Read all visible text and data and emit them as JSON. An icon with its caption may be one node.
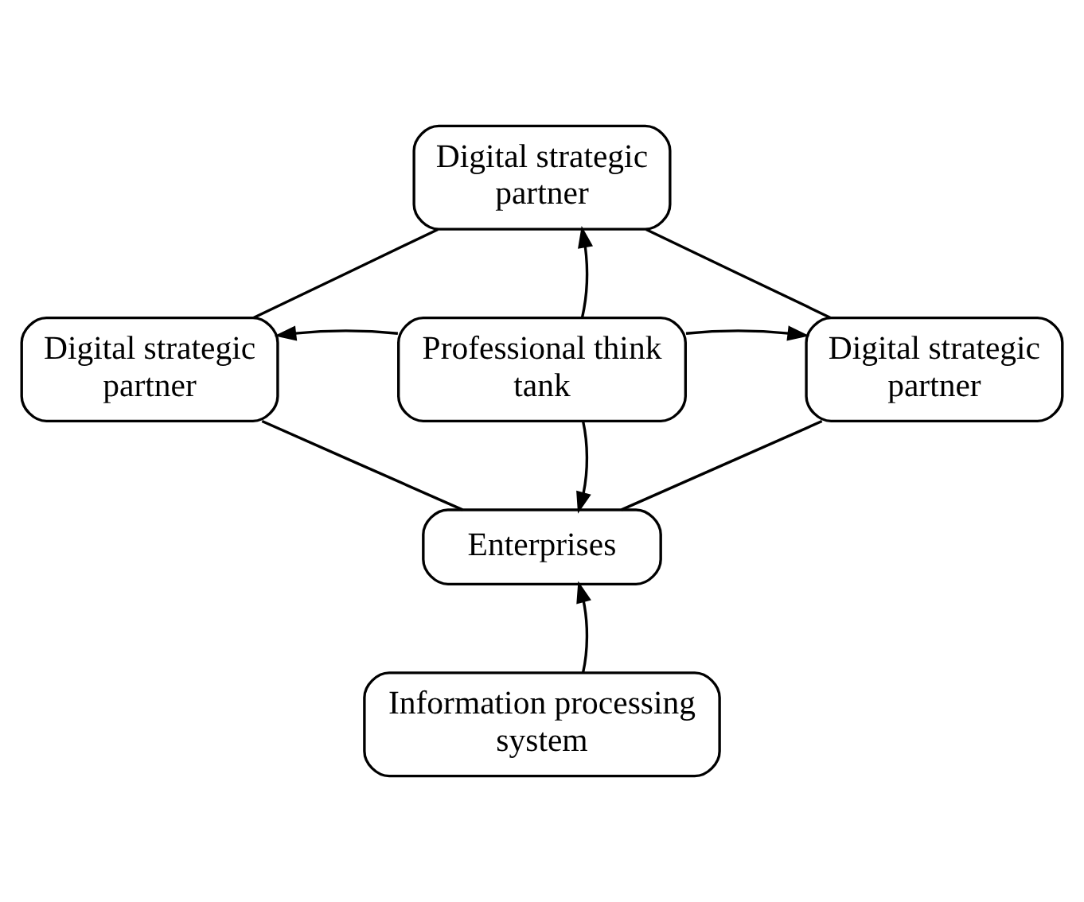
{
  "diagram": {
    "nodes": [
      {
        "text": [
          "Digital strategic partner"
        ]
      },
      {
        "text": [
          "Digital strategic partner"
        ]
      },
      {
        "text": [
          "Professional think tank"
        ]
      },
      {
        "text": [
          "Digital strategic partner"
        ]
      },
      {
        "text": [
          "Enterprises"
        ]
      },
      {
        "text": [
          "Information processing system"
        ]
      }
    ],
    "edges": [
      {
        "from": 2,
        "to": 0,
        "arrow": "to"
      },
      {
        "from": 2,
        "to": 1,
        "arrow": "to"
      },
      {
        "from": 2,
        "to": 3,
        "arrow": "to"
      },
      {
        "from": 2,
        "to": 4,
        "arrow": "to"
      },
      {
        "from": 5,
        "to": 4,
        "arrow": "to"
      },
      {
        "from": 1,
        "to": 0,
        "arrow": "none"
      },
      {
        "from": 0,
        "to": 3,
        "arrow": "none"
      },
      {
        "from": 1,
        "to": 4,
        "arrow": "none"
      },
      {
        "from": 3,
        "to": 4,
        "arrow": "none"
      }
    ]
  }
}
